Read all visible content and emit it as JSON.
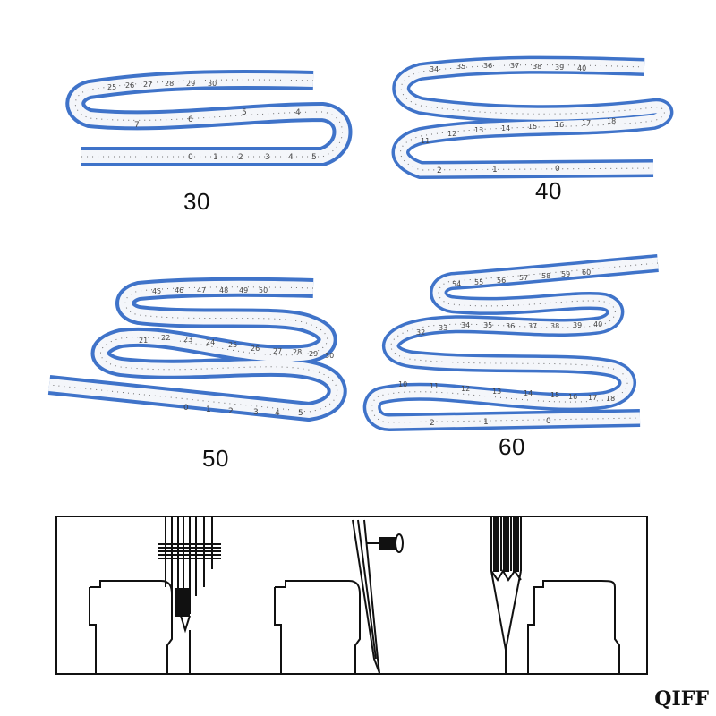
{
  "rulers": [
    {
      "id": "30",
      "label": "30"
    },
    {
      "id": "40",
      "label": "40"
    },
    {
      "id": "50",
      "label": "50"
    },
    {
      "id": "60",
      "label": "60"
    }
  ],
  "colors": {
    "ruler_blue": "#3f73c9",
    "ruler_white": "#f4f6fa",
    "outline": "#111111"
  },
  "watermark": "QIFF"
}
